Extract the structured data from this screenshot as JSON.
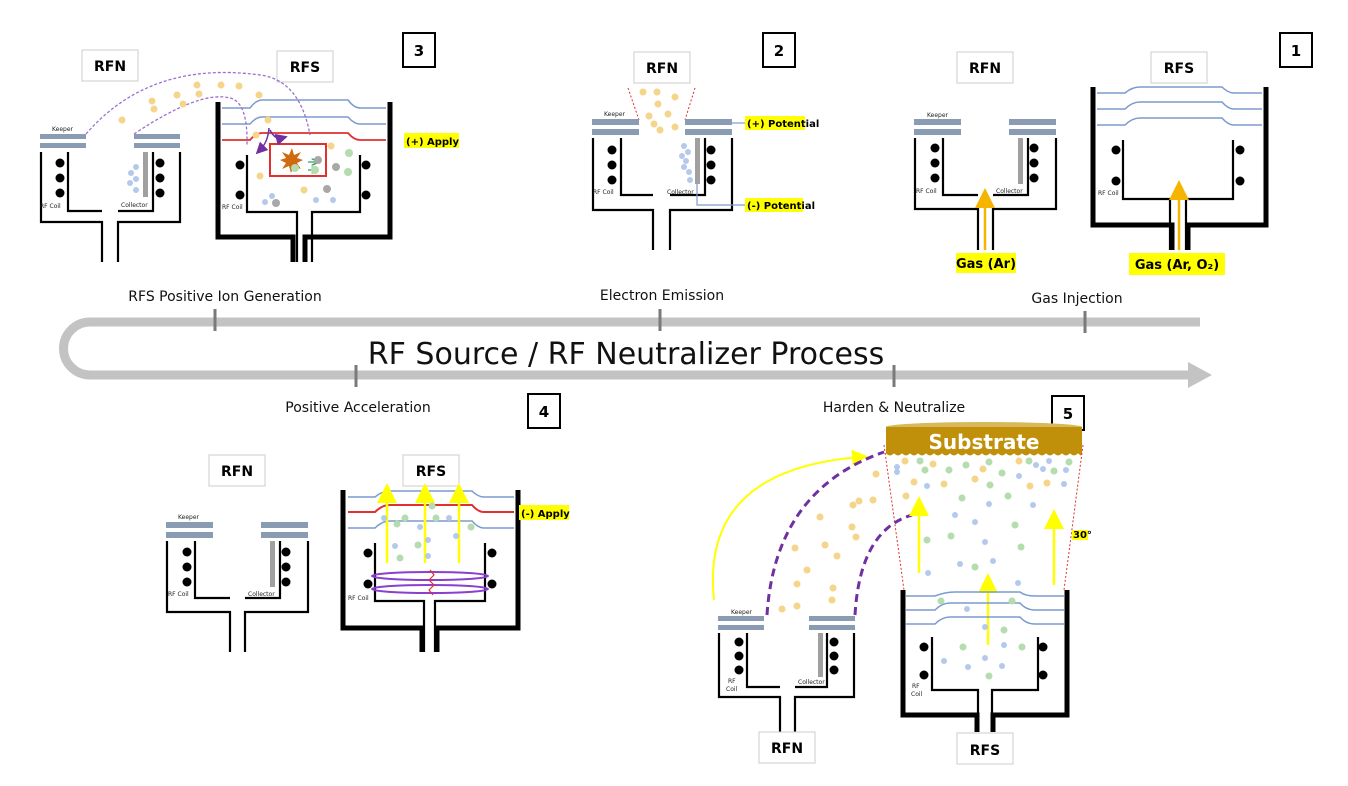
{
  "title": "RF Source / RF Neutralizer Process",
  "colors": {
    "track": "#c3c3c3",
    "tick": "#7a7a7a",
    "keeper": "#8a9bb4",
    "wall": "#000000",
    "field_blue": "#7b9bd0",
    "field_red": "#e03030",
    "electron": "#f5d58a",
    "ion_green": "#b5dcae",
    "ion_blue": "#b4c9ec",
    "neutral_gray": "#a8a8a8",
    "highlight": "#ffff00",
    "substrate": "#c0900a",
    "gas_arrow": "#f5b400",
    "purple": "#7030a0",
    "yellow_arrow": "#ffff00"
  },
  "stages": [
    {
      "number": "1",
      "name": "Gas Injection"
    },
    {
      "number": "2",
      "name": "Electron Emission"
    },
    {
      "number": "3",
      "name": "RFS Positive Ion Generation"
    },
    {
      "number": "4",
      "name": "Positive Acceleration"
    },
    {
      "number": "5",
      "name": "Harden & Neutralize"
    }
  ],
  "labels": {
    "rfn": "RFN",
    "rfs": "RFS",
    "keeper": "Keeper",
    "rf_coil": "RF Coil",
    "rf": "RF",
    "coil": "Coil",
    "collector": "Collector",
    "substrate": "Substrate"
  },
  "panel1": {
    "gas_rfn": "Gas (Ar)",
    "gas_rfs": "Gas (Ar, O₂)"
  },
  "panel2": {
    "positive_potential": "(+) Potential",
    "negative_potential": "(-) Potential"
  },
  "panel3": {
    "apply": "(+) Apply"
  },
  "panel4": {
    "apply": "(-) Apply"
  },
  "panel5": {
    "angle": "30°"
  }
}
